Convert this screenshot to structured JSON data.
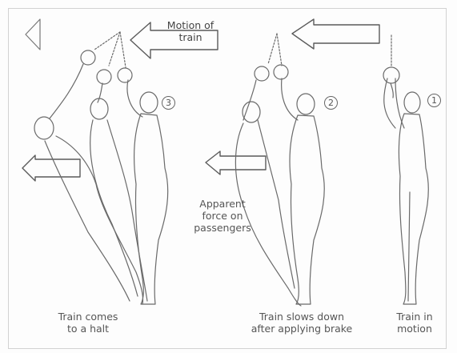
{
  "labels": {
    "motion_of_train": "Motion of\ntrain",
    "apparent_force": "Apparent\nforce on\npassengers",
    "halt": "Train comes\nto a halt",
    "slows_down": "Train slows down\nafter applying brake",
    "in_motion": "Train in\nmotion"
  },
  "stage_numbers": [
    "3",
    "2",
    "1"
  ],
  "colors": {
    "outline": "#6a6a6a",
    "arrow_outline": "#5a5a5a",
    "background": "#fdfdfd"
  }
}
